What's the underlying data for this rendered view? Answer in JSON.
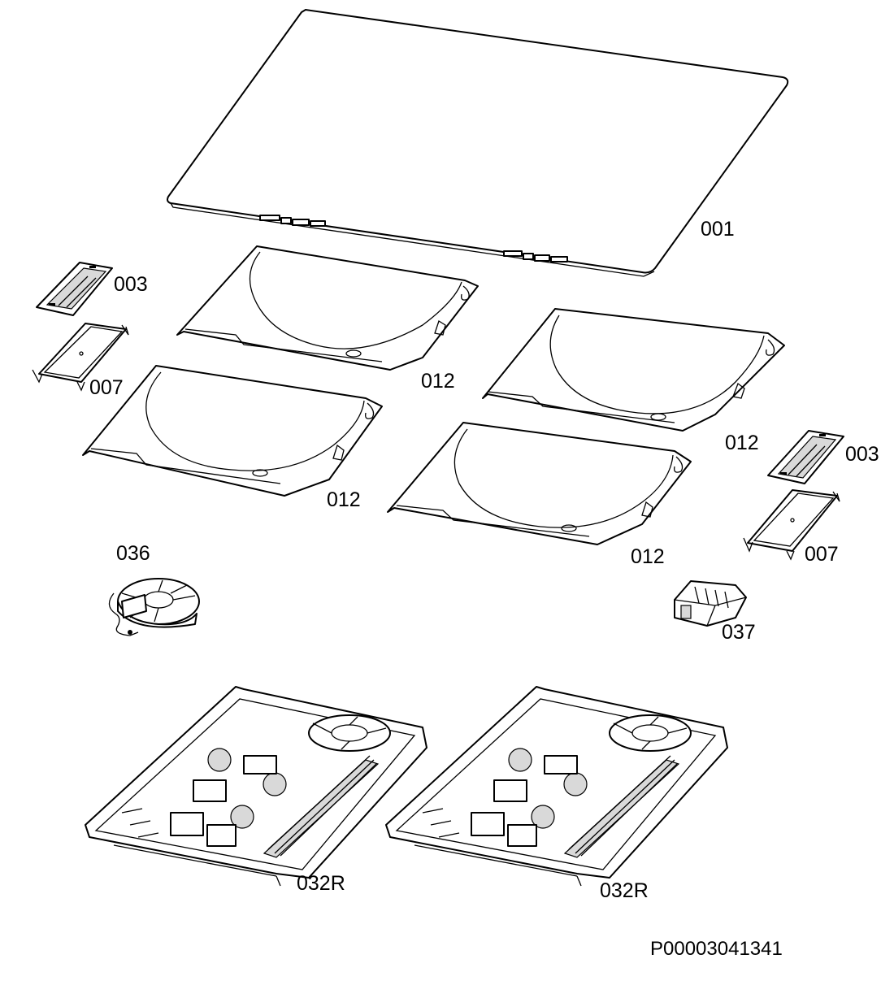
{
  "diagram": {
    "parts": [
      {
        "id": "glass-top",
        "label": "001"
      },
      {
        "id": "control-board-left",
        "label": "003"
      },
      {
        "id": "control-board-right",
        "label": "003"
      },
      {
        "id": "board-holder-left",
        "label": "007"
      },
      {
        "id": "board-holder-right",
        "label": "007"
      },
      {
        "id": "coil-back-left",
        "label": "012"
      },
      {
        "id": "coil-back-right",
        "label": "012"
      },
      {
        "id": "coil-front-left",
        "label": "012"
      },
      {
        "id": "coil-front-right",
        "label": "012"
      },
      {
        "id": "fan",
        "label": "036"
      },
      {
        "id": "terminal-block",
        "label": "037"
      },
      {
        "id": "power-module-left",
        "label": "032R"
      },
      {
        "id": "power-module-right",
        "label": "032R"
      }
    ],
    "reference_code": "P00003041341"
  }
}
